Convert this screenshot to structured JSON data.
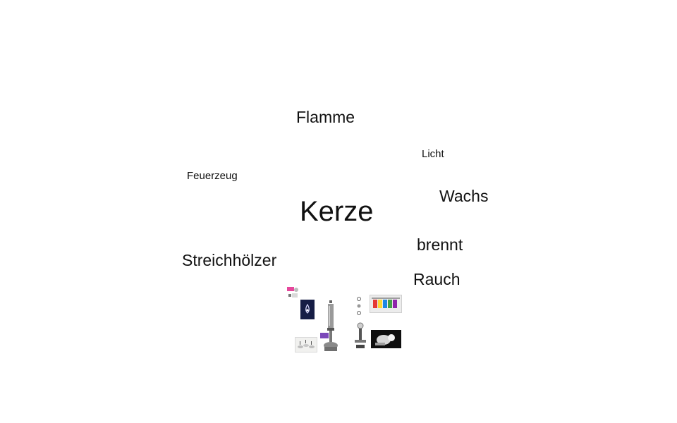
{
  "center_word": "Kerze",
  "related_words": {
    "flamme": "Flamme",
    "licht": "Licht",
    "feuerzeug": "Feuerzeug",
    "wachs": "Wachs",
    "brennt": "brennt",
    "streichhoelzer": "Streichhölzer",
    "rauch": "Rauch"
  },
  "text_color": "#111111",
  "background_color": "#ffffff"
}
